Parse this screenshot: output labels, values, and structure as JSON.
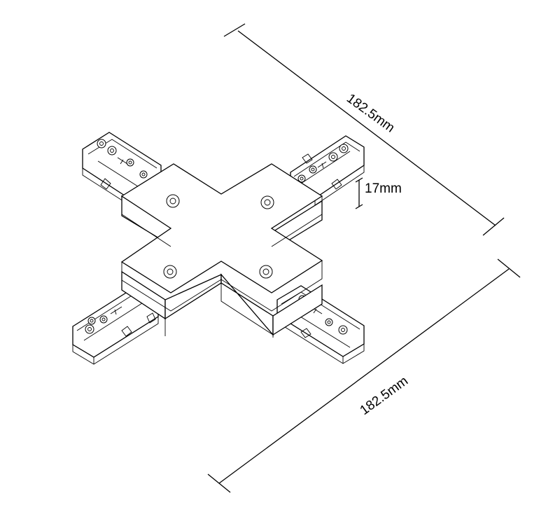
{
  "dimensions": {
    "width_label": "182.5mm",
    "depth_label": "182.5mm",
    "height_label": "17mm"
  },
  "colors": {
    "line": "#000000",
    "background": "#ffffff"
  }
}
